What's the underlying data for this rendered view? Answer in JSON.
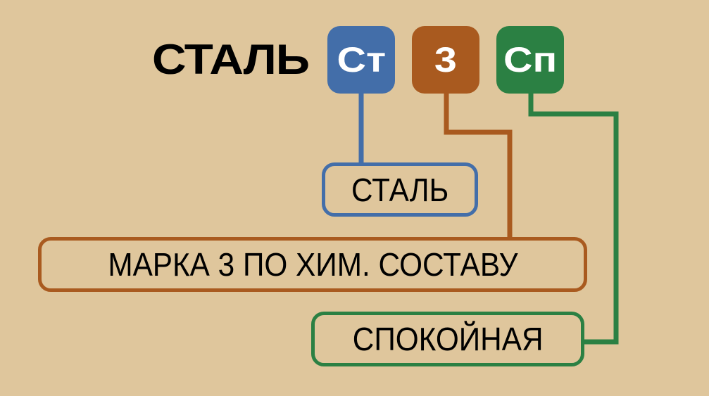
{
  "title": "СТАЛЬ",
  "chips": [
    {
      "label": "Ст",
      "color": "#436ea9"
    },
    {
      "label": "3",
      "color": "#a95a1f"
    },
    {
      "label": "Сп",
      "color": "#2b8043"
    }
  ],
  "boxes": [
    {
      "label": "СТАЛЬ",
      "color": "#436ea9"
    },
    {
      "label": "МАРКА 3 ПО ХИМ. СОСТАВУ",
      "color": "#a95a1f"
    },
    {
      "label": "СПОКОЙНАЯ",
      "color": "#2b8043"
    }
  ],
  "background": "#dfc69c"
}
